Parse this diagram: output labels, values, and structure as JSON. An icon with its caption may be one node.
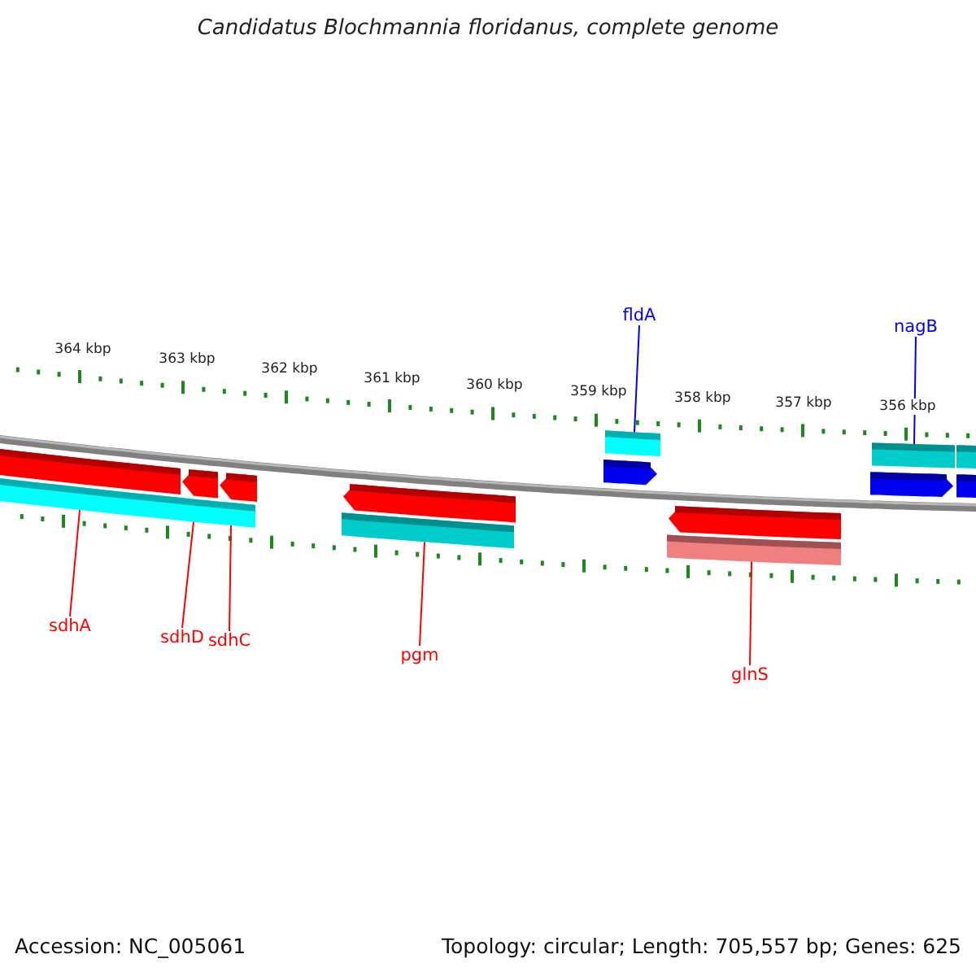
{
  "diagram": {
    "title": "Candidatus Blochmannia floridanus, complete genome",
    "nodes": [
      {
        "text": [
          "fldA"
        ]
      },
      {
        "text": [
          "nagB"
        ]
      },
      {
        "text": [
          "sdhA"
        ]
      },
      {
        "text": [
          "sdhD"
        ]
      },
      {
        "text": [
          "sdhC"
        ]
      },
      {
        "text": [
          "pgm"
        ]
      },
      {
        "text": [
          "glnS"
        ]
      },
      {
        "text": [],
        "shape": "bar"
      },
      {
        "text": [],
        "shape": "bar"
      },
      {
        "text": [],
        "shape": "bar"
      },
      {
        "text": [],
        "shape": "bar"
      },
      {
        "text": [],
        "shape": "bar"
      },
      {
        "text": [],
        "shape": "bar"
      }
    ],
    "edges": [
      {
        "from": 0,
        "to": 7,
        "arrow": "none",
        "color": "#0000ff"
      },
      {
        "from": 1,
        "to": 8,
        "arrow": "none",
        "color": "#0000ff"
      },
      {
        "from": 2,
        "to": 9,
        "arrow": "none",
        "color": "#ff0000"
      },
      {
        "from": 3,
        "to": 10,
        "arrow": "none",
        "color": "#ff0000"
      },
      {
        "from": 4,
        "to": 10,
        "arrow": "none",
        "color": "#ff0000"
      },
      {
        "from": 5,
        "to": 11,
        "arrow": "none",
        "color": "#ff0000"
      },
      {
        "from": 6,
        "to": 12,
        "arrow": "none",
        "color": "#ff0000"
      }
    ],
    "labels": [
      "364 kbp",
      "363 kbp",
      "362 kbp",
      "361 kbp",
      "360 kbp",
      "359 kbp",
      "358 kbp",
      "357 kbp",
      "356 kbp",
      "Accession: NC_005061",
      "Topology: circular; Length: 705,557 bp; Genes: 625"
    ]
  }
}
